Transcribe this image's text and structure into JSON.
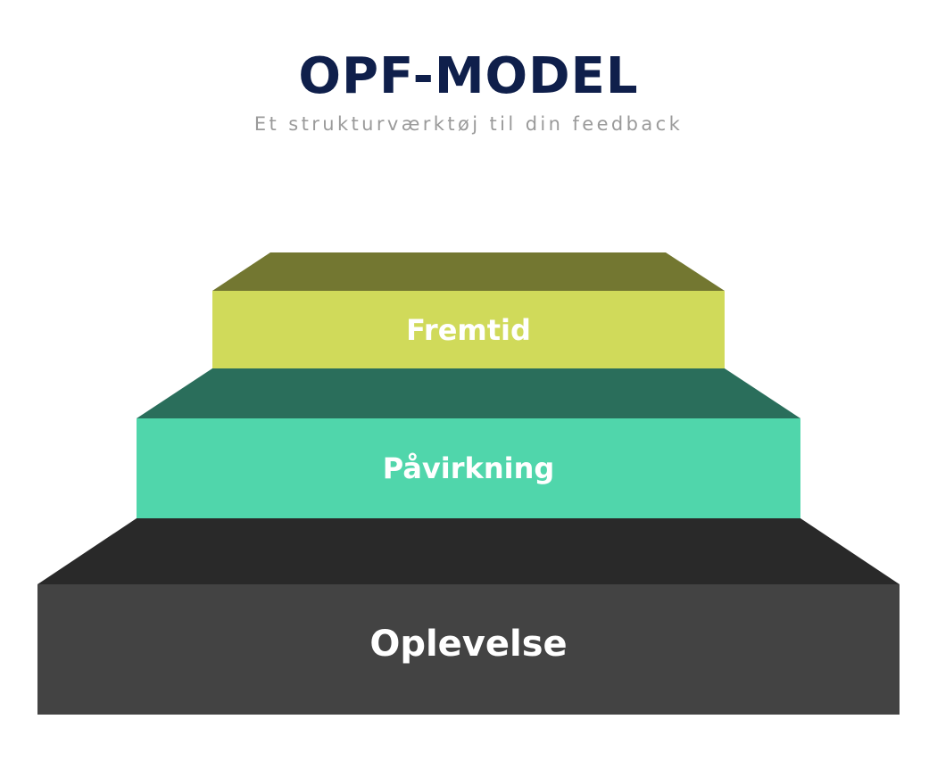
{
  "header": {
    "title": "OPF-MODEL",
    "subtitle": "Et strukturværktøj til din feedback"
  },
  "steps": [
    {
      "label": "Fremtid",
      "front_color": "#d0da5a",
      "top_color": "#737731"
    },
    {
      "label": "Påvirkning",
      "front_color": "#50d6ab",
      "top_color": "#2a6e5b"
    },
    {
      "label": "Oplevelse",
      "front_color": "#434343",
      "top_color": "#292929"
    }
  ]
}
